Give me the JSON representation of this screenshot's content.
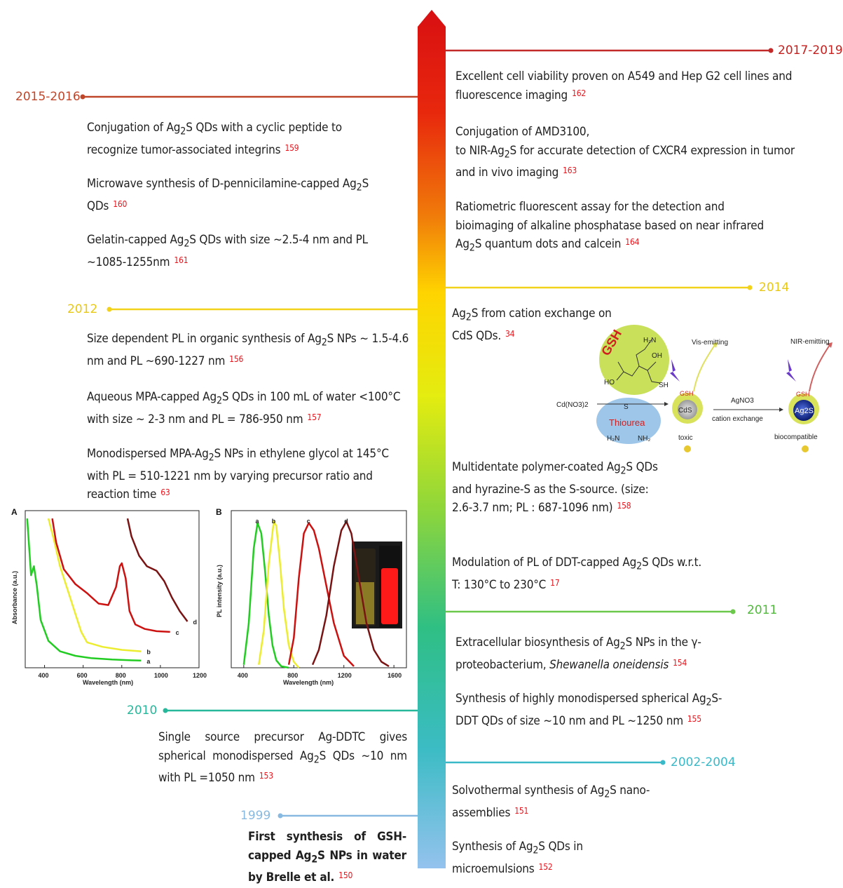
{
  "years": {
    "y2017": "2017-2019",
    "y2015": "2015-2016",
    "y2014": "2014",
    "y2012": "2012",
    "y2011": "2011",
    "y2010": "2010",
    "y2002": "2002-2004",
    "y1999": "1999"
  },
  "entries": {
    "r2017a": {
      "text": "Excellent cell viability proven on A549 and Hep G2 cell lines and fluorescence imaging",
      "ref": "162"
    },
    "r2017b": {
      "text": "Conjugation of AMD3100, to NIR-Ag2S for accurate detection of CXCR4 expression in tumor and in vivo imaging",
      "ref": "163"
    },
    "r2017c": {
      "text": "Ratiometric fluorescent assay for the detection and bioimaging of alkaline phosphatase based on near infrared Ag2S quantum dots and calcein",
      "ref": "164"
    },
    "l2015a": {
      "text": "Conjugation of Ag2S QDs with a cyclic peptide to recognize tumor-associated integrins",
      "ref": "159"
    },
    "l2015b": {
      "text": "Microwave synthesis of D-pennicilamine-capped Ag2S QDs",
      "ref": "160"
    },
    "l2015c": {
      "text": "Gelatin-capped Ag2S QDs with size ~2.5-4 nm and PL ~1085-1255nm",
      "ref": "161"
    },
    "r2014a": {
      "text": "Ag2S from cation exchange on CdS QDs.",
      "ref": "34"
    },
    "r2014b": {
      "text": "Multidentate polymer-coated Ag2S QDs and hyrazine-S as the S-source. (size: 2.6-3.7 nm; PL : 687-1096 nm)",
      "ref": "158"
    },
    "r2014c": {
      "text": "Modulation of PL of DDT-capped Ag2S QDs w.r.t. T: 130°C to 230°C",
      "ref": "17"
    },
    "l2012a": {
      "text": "Size dependent PL in organic synthesis of Ag2S NPs ~ 1.5-4.6 nm and PL ~690-1227 nm",
      "ref": "156"
    },
    "l2012b": {
      "text": "Aqueous MPA-capped Ag2S QDs in 100 mL of water <100°C with size ~ 2-3 nm and PL = 786-950 nm",
      "ref": "157"
    },
    "l2012c": {
      "text": "Monodispersed MPA-Ag2S NPs in ethylene glycol at 145°C with PL = 510-1221 nm by varying precursor ratio and reaction time",
      "ref": "63"
    },
    "r2011a": {
      "text": "Extracellular biosynthesis of Ag2S NPs in the γ-proteobacterium, Shewanella oneidensis",
      "ref": "154"
    },
    "r2011b": {
      "text": "Synthesis of highly monodispersed spherical Ag2S-DDT QDs of size ~10 nm and PL ~1250 nm",
      "ref": "155"
    },
    "l2010a": {
      "text": "Single source precursor Ag-DDTC gives spherical monodispersed Ag2S QDs ~10 nm with PL =1050 nm",
      "ref": "153"
    },
    "r2002a": {
      "text": "Solvothermal synthesis of Ag2S nano-assemblies",
      "ref": "151"
    },
    "r2002b": {
      "text": "Synthesis of Ag2S QDs in microemulsions",
      "ref": "152"
    },
    "l1999a": {
      "text": "First synthesis of GSH-capped Ag2S NPs in water by Brelle et al.",
      "ref": "150"
    }
  },
  "scheme": {
    "gsh": "GSH",
    "thiourea": "Thiourea",
    "cd_precursor": "Cd(NO3)2",
    "vis_emitting": "Vis-emitting",
    "nir_emitting": "NIR-emitting",
    "core1": "CdS",
    "core2": "Ag2S",
    "shell": "GSH",
    "agno3": "AgNO3",
    "cation_exchange": "cation exchange",
    "toxic": "toxic",
    "biocompatible": "biocompatible"
  },
  "chart_data": [
    {
      "type": "line",
      "panel": "A",
      "xlabel": "Wavelength (nm)",
      "ylabel": "Absorbance (a.u.)",
      "xlim": [
        300,
        1200
      ],
      "xticks": [
        "400",
        "600",
        "800",
        "1000",
        "1200"
      ],
      "series": [
        {
          "name": "a",
          "color": "#22cc22",
          "x": [
            310,
            330,
            345,
            360,
            380,
            420,
            480,
            560,
            640,
            750,
            850,
            900
          ],
          "y": [
            1.0,
            0.62,
            0.68,
            0.55,
            0.32,
            0.18,
            0.11,
            0.08,
            0.065,
            0.055,
            0.05,
            0.048
          ]
        },
        {
          "name": "b",
          "color": "#ecec30",
          "x": [
            420,
            450,
            480,
            520,
            560,
            590,
            620,
            700,
            800,
            900
          ],
          "y": [
            1.0,
            0.85,
            0.68,
            0.52,
            0.36,
            0.24,
            0.17,
            0.14,
            0.12,
            0.11
          ]
        },
        {
          "name": "c",
          "color": "#cc1111",
          "x": [
            440,
            460,
            500,
            560,
            620,
            680,
            730,
            770,
            790,
            800,
            820,
            840,
            870,
            920,
            980,
            1050
          ],
          "y": [
            1.0,
            0.84,
            0.66,
            0.56,
            0.5,
            0.43,
            0.42,
            0.54,
            0.68,
            0.7,
            0.6,
            0.38,
            0.29,
            0.26,
            0.245,
            0.24
          ]
        },
        {
          "name": "d",
          "color": "#7a1414",
          "x": [
            830,
            850,
            890,
            930,
            980,
            1020,
            1060,
            1100,
            1140
          ],
          "y": [
            1.0,
            0.88,
            0.75,
            0.68,
            0.65,
            0.58,
            0.47,
            0.38,
            0.31
          ]
        }
      ],
      "curve_labels": [
        "a",
        "b",
        "c",
        "d"
      ]
    },
    {
      "type": "line",
      "panel": "B",
      "xlabel": "Wavelength (nm)",
      "ylabel": "PL intensity (a.u.)",
      "xlim": [
        300,
        1700
      ],
      "xticks": [
        "400",
        "800",
        "1200",
        "1600"
      ],
      "series": [
        {
          "name": "a",
          "color": "#22cc22",
          "x": [
            400,
            440,
            480,
            510,
            540,
            570,
            600,
            630,
            660,
            700,
            760
          ],
          "y": [
            0.02,
            0.3,
            0.8,
            0.97,
            0.9,
            0.65,
            0.35,
            0.15,
            0.05,
            0.01,
            0.0
          ]
        },
        {
          "name": "b",
          "color": "#ecec30",
          "x": [
            520,
            560,
            600,
            640,
            660,
            690,
            720,
            760,
            800,
            840
          ],
          "y": [
            0.02,
            0.25,
            0.7,
            0.98,
            0.95,
            0.7,
            0.4,
            0.15,
            0.04,
            0.0
          ]
        },
        {
          "name": "c",
          "color": "#cc1111",
          "x": [
            760,
            800,
            840,
            880,
            920,
            960,
            1000,
            1060,
            1120,
            1200,
            1280
          ],
          "y": [
            0.02,
            0.2,
            0.6,
            0.9,
            0.97,
            0.92,
            0.8,
            0.55,
            0.3,
            0.08,
            0.01
          ]
        },
        {
          "name": "d",
          "color": "#7a1414",
          "x": [
            950,
            1000,
            1060,
            1120,
            1180,
            1220,
            1260,
            1320,
            1380,
            1440,
            1500,
            1560
          ],
          "y": [
            0.02,
            0.12,
            0.35,
            0.68,
            0.92,
            0.98,
            0.9,
            0.6,
            0.3,
            0.12,
            0.04,
            0.01
          ]
        }
      ],
      "curve_labels": [
        "a",
        "b",
        "c",
        "d"
      ]
    }
  ]
}
